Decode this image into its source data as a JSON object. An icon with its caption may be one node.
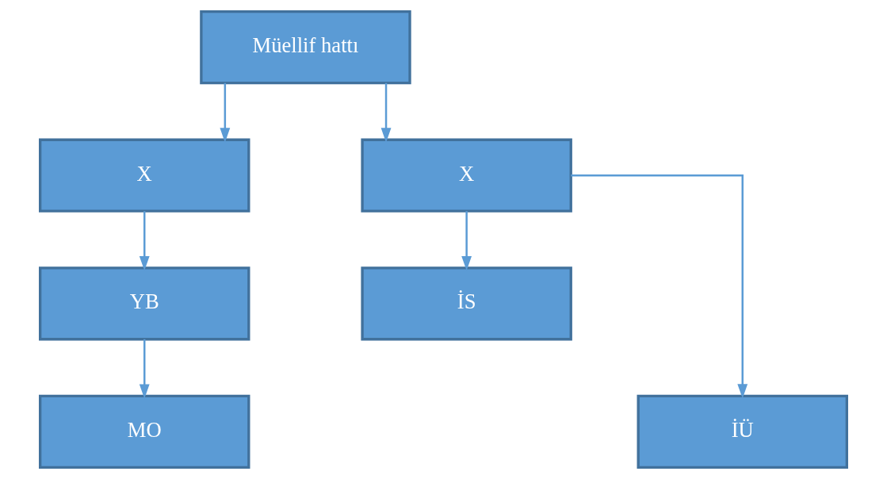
{
  "diagram": {
    "nodes": [
      {
        "text": [
          "Müellif hattı"
        ]
      },
      {
        "text": [
          "X"
        ]
      },
      {
        "text": [
          "X"
        ]
      },
      {
        "text": [
          "YB"
        ]
      },
      {
        "text": [
          "MO"
        ]
      },
      {
        "text": [
          "İS"
        ]
      },
      {
        "text": [
          "İÜ"
        ]
      }
    ],
    "edges": [
      {
        "from": 0,
        "to": 1,
        "arrow": "to"
      },
      {
        "from": 0,
        "to": 2,
        "arrow": "to"
      },
      {
        "from": 1,
        "to": 3,
        "arrow": "to"
      },
      {
        "from": 3,
        "to": 4,
        "arrow": "to"
      },
      {
        "from": 2,
        "to": 5,
        "arrow": "to"
      },
      {
        "from": 2,
        "to": 6,
        "arrow": "to"
      }
    ]
  }
}
